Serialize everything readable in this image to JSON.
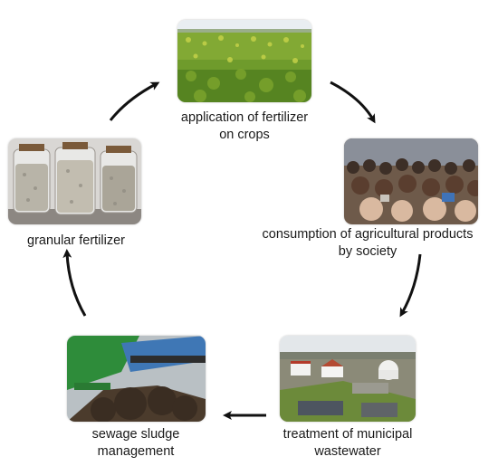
{
  "nodes": {
    "crops": {
      "line1": "application of fertilizer",
      "line2": "on crops",
      "photo_icon": "crop-field-photo"
    },
    "consumption": {
      "line1": "consumption of agricultural products",
      "line2": "by society",
      "photo_icon": "crowd-photo"
    },
    "treatment": {
      "line1": "treatment of municipal",
      "line2": "wastewater",
      "photo_icon": "wastewater-plant-photo"
    },
    "sludge": {
      "line1": "sewage sludge",
      "line2": "management",
      "photo_icon": "sludge-processing-photo"
    },
    "granular": {
      "line1": "granular fertilizer",
      "photo_icon": "fertilizer-jars-photo"
    }
  },
  "colors": {
    "arrow": "#111111",
    "field_green": "#6f9b2c",
    "sky": "#e9eef2"
  }
}
